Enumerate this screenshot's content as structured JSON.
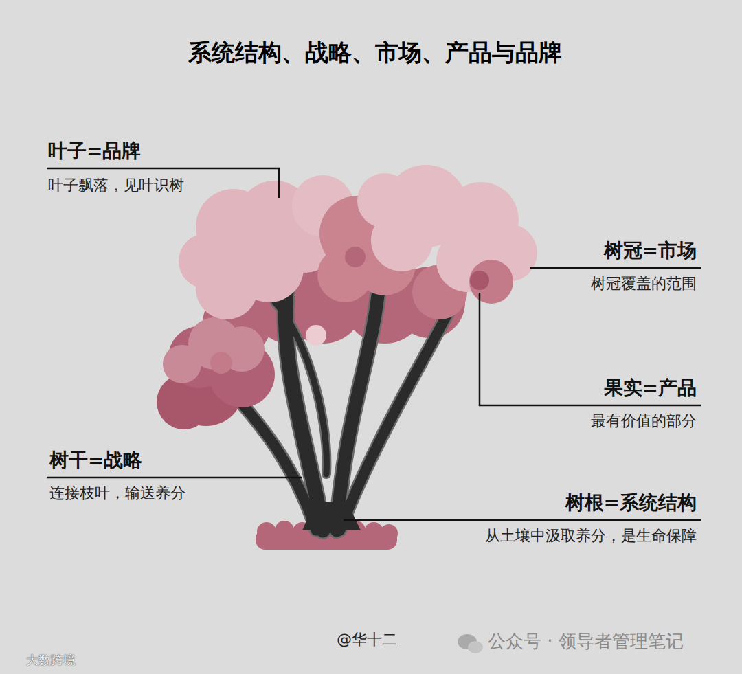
{
  "diagram": {
    "title": "系统结构、战略、市场、产品与品牌",
    "labels": [
      "叶子=品牌",
      "叶子飘落，见叶识树",
      "树冠=市场",
      "树冠覆盖的范围",
      "果实=产品",
      "最有价值的部分",
      "树干=战略",
      "连接枝叶，输送养分",
      "树根=系统结构",
      "从土壤中汲取养分，是生命保障",
      "@华十二",
      "公众号 · 领导者管理笔记",
      "大数跨境"
    ]
  }
}
